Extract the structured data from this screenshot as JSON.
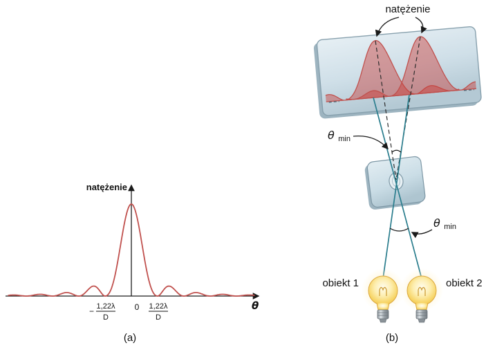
{
  "figure": {
    "panel_a": {
      "ylabel": "natężenie",
      "xlabel": "θ",
      "tick_zero": "0",
      "tick_minus": "−",
      "tick_left_numerator": "1,22λ",
      "tick_left_denominator": "D",
      "tick_right_numerator": "1,22λ",
      "tick_right_denominator": "D",
      "caption": "(a)"
    },
    "panel_b": {
      "intensity_label": "natężenie",
      "theta": "θ",
      "theta_subscript": "min",
      "object1": "obiekt 1",
      "object2": "obiekt 2",
      "caption": "(b)"
    },
    "colors": {
      "curve_red": "#c0504d",
      "ray_teal": "#2a7d8d",
      "screen_blue": "#cfdfe8",
      "bulb_yellow": "#f7d465"
    }
  },
  "chart_data": {
    "type": "line",
    "title": "",
    "xlabel": "θ",
    "ylabel": "natężenie",
    "x_ticks": [
      "−1,22λ/D",
      "0",
      "1,22λ/D"
    ],
    "x_units_of_first_minimum": [
      -4.5,
      -4,
      -3.5,
      -3,
      -2.5,
      -2,
      -1.5,
      -1,
      -0.5,
      0,
      0.5,
      1,
      1.5,
      2,
      2.5,
      3,
      3.5,
      4,
      4.5
    ],
    "relative_intensity": [
      0.005,
      0,
      0.008,
      0,
      0.016,
      0,
      0.045,
      0,
      0.405,
      1,
      0.405,
      0,
      0.045,
      0,
      0.016,
      0,
      0.008,
      0,
      0.005
    ],
    "annotations": [
      "first minima at θ = ±1,22λ/D"
    ],
    "grid": false
  }
}
